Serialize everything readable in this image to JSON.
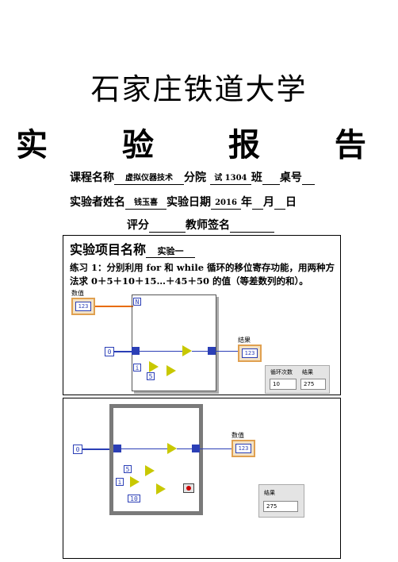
{
  "header": {
    "university": "石家庄铁道大学",
    "report_title": "实 验 报 告"
  },
  "info": {
    "course_label": "课程名称",
    "course_value": "虚拟仪器技术",
    "dept_label": "分院",
    "dept_value": "试 1304",
    "class_label": "班",
    "desk_label": "桌号",
    "name_label": "实验者姓名",
    "name_value": "钱玉喜",
    "date_label": "实验日期",
    "date_year": "2016",
    "year_label": "年",
    "month_label": "月",
    "day_label": "日",
    "score_label": "评分",
    "teacher_label": "教师签名"
  },
  "experiment": {
    "project_label": "实验项目名称",
    "project_value": "实验一",
    "exercise_text": "练习 1：分别利用 for 和 while 循环的移位寄存功能，用两种方法求 0＋5＋10＋15…＋45＋50 的值（等差数列的和）。"
  },
  "diagram1": {
    "input_label": "数值",
    "count_terminal": "N",
    "init_constant": "0",
    "index_terminal": "i",
    "step_constant": "5",
    "output_label": "结果",
    "indicator_text": "123",
    "panel_count_label": "循环次数",
    "panel_count_value": "10",
    "panel_result_label": "结果",
    "panel_result_value": "275"
  },
  "diagram2": {
    "input_label": "数值",
    "init_constant": "0",
    "step_constant": "5",
    "index_terminal": "i",
    "limit_constant": "10",
    "indicator_text": "123",
    "panel_result_label": "结果",
    "panel_result_value": "275"
  }
}
